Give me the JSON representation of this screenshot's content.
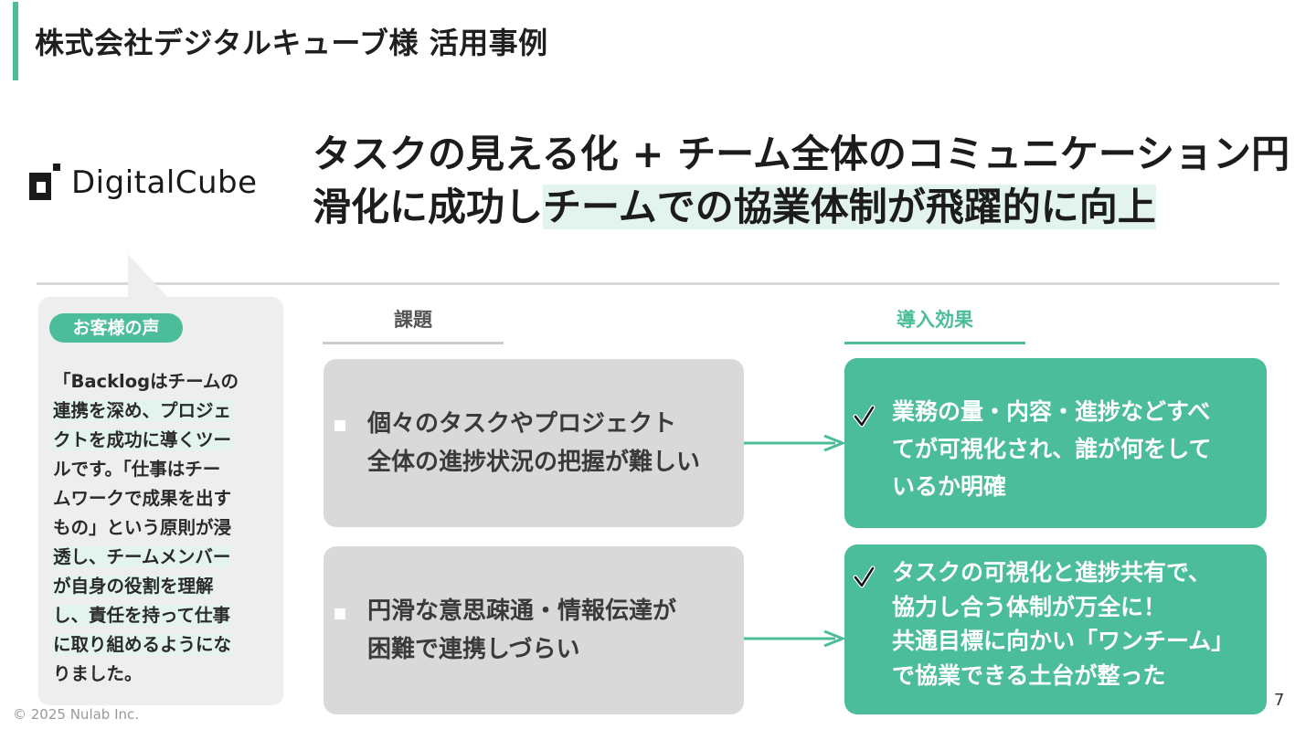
{
  "header": {
    "title": "株式会社デジタルキューブ様 活用事例",
    "accent_color": "#4bbd9a"
  },
  "logo": {
    "text": "DigitalCube",
    "icon": "digitalcube-logo-icon"
  },
  "headline": {
    "part1": "タスクの見える化 + チーム全体のコミュニケーション円滑化に成功し",
    "part2_highlighted": "チームでの協業体制が飛躍的に向上"
  },
  "customer_voice": {
    "badge": "お客様の声",
    "quote_lines": [
      "「Backlogはチームの",
      "連携を深め、プロジェ",
      "クトを成功に導くツー",
      "ルです。「仕事はチー",
      "ムワークで成果を出す",
      "もの」という原則が浸",
      "透し、チームメンバー",
      "が自身の役割を理解",
      "し、責任を持って仕事",
      "に取り組めるようにな",
      "りました。"
    ]
  },
  "columns": {
    "issue_label": "課題",
    "effect_label": "導入効果"
  },
  "issues": [
    {
      "line1": "個々のタスクやプロジェクト",
      "line2": "全体の進捗状況の把握が難しい"
    },
    {
      "line1": "円滑な意思疎通・情報伝達が",
      "line2": "困難で連携しづらい"
    }
  ],
  "effects": [
    {
      "lines": [
        "業務の量・内容・進捗などすべ",
        "てが可視化され、誰が何をして",
        "いるか明確"
      ]
    },
    {
      "lines": [
        "タスクの可視化と進捗共有で、",
        "協力し合う体制が万全に！",
        "共通目標に向かい「ワンチーム」",
        "で協業できる土台が整った"
      ]
    }
  ],
  "footer": {
    "copyright": "© 2025 Nulab Inc.",
    "page_number": "7"
  },
  "colors": {
    "green": "#4bbd9a",
    "light_green": "#e3f3ee",
    "issue_gray": "#d9d9d9",
    "bubble_gray": "#eeeeee"
  }
}
